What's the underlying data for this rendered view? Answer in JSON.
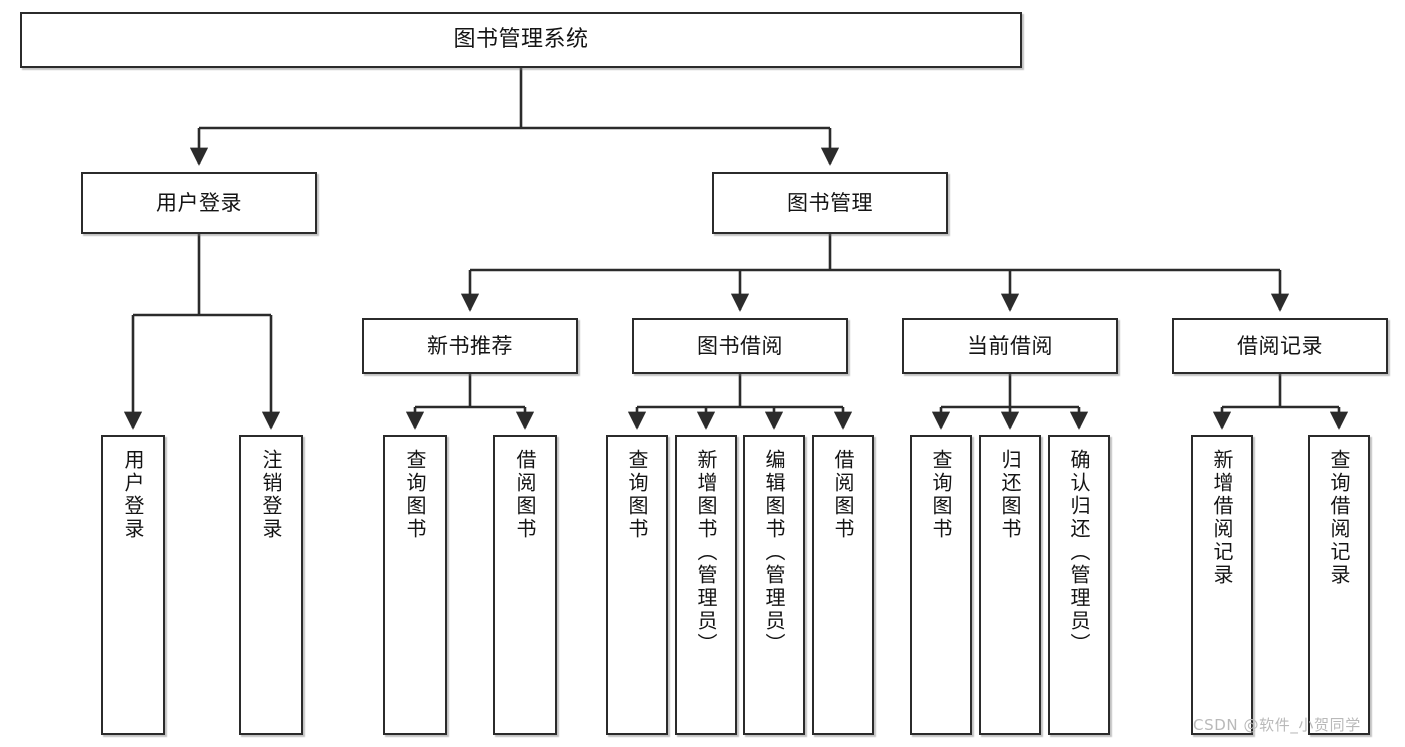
{
  "diagram": {
    "type": "tree",
    "title": "图书管理系统",
    "root": {
      "label": "图书管理系统"
    },
    "level2": [
      {
        "label": "用户登录"
      },
      {
        "label": "图书管理"
      }
    ],
    "level3": [
      {
        "label": "新书推荐"
      },
      {
        "label": "图书借阅"
      },
      {
        "label": "当前借阅"
      },
      {
        "label": "借阅记录"
      }
    ],
    "leaves": {
      "user_login": [
        {
          "label": "用户登录"
        },
        {
          "label": "注销登录"
        }
      ],
      "new_book_recommend": [
        {
          "label": "查询图书"
        },
        {
          "label": "借阅图书"
        }
      ],
      "book_borrow": [
        {
          "label": "查询图书"
        },
        {
          "label": "新增图书（管理员）"
        },
        {
          "label": "编辑图书（管理员）"
        },
        {
          "label": "借阅图书"
        }
      ],
      "current_borrow": [
        {
          "label": "查询图书"
        },
        {
          "label": "归还图书"
        },
        {
          "label": "确认归还（管理员）"
        }
      ],
      "borrow_record": [
        {
          "label": "新增借阅记录"
        },
        {
          "label": "查询借阅记录"
        }
      ]
    }
  },
  "watermark": {
    "text": "CSDN @软件_小贺同学"
  },
  "colors": {
    "border": "#2b2b2b",
    "background": "#ffffff",
    "text": "#141414",
    "watermark": "#b9b9b9"
  }
}
